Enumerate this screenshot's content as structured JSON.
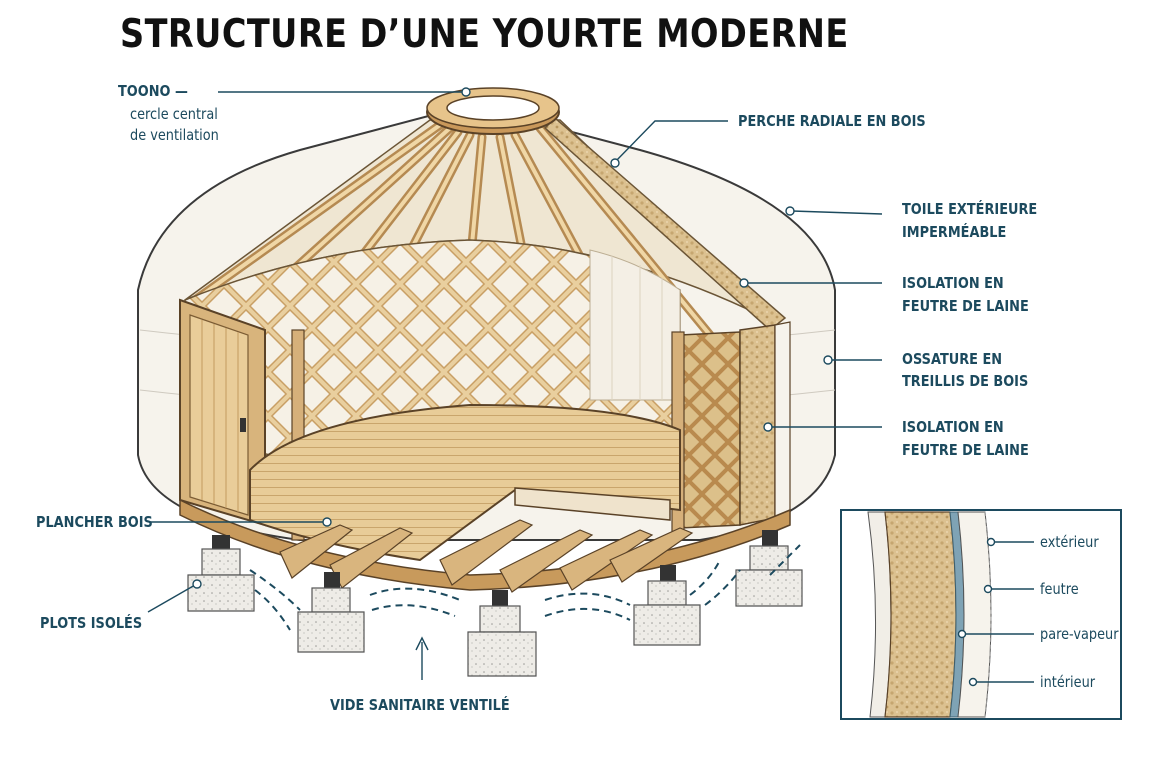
{
  "title": "STRUCTURE D’UNE YOURTE MODERNE",
  "labels": {
    "toono_title": "TOONO —",
    "toono_sub1": "cercle central",
    "toono_sub2": "de ventilation",
    "perche": "PERCHE RADIALE EN BOIS",
    "toile1": "TOILE EXTÉRIEURE",
    "toile2": "IMPERMÉABLE",
    "isolation_a1": "ISOLATION EN",
    "isolation_a2": "FEUTRE DE LAINE",
    "ossature1": "OSSATURE EN",
    "ossature2": "TREILLIS DE BOIS",
    "isolation_b1": "ISOLATION EN",
    "isolation_b2": "FEUTRE DE LAINE",
    "plancher": "PLANCHER BOIS",
    "plots": "PLOTS ISOLÉS",
    "vide": "VIDE SANITAIRE VENTILÉ"
  },
  "inset": {
    "layers": [
      "extérieur",
      "feutre",
      "pare-vapeur",
      "intérieur"
    ]
  },
  "colors": {
    "label": "#1c4a5e",
    "wood": "#e6c48e",
    "wood_dark": "#b98a4e",
    "felt": "#d9bf8a",
    "canvas": "#f4f1ea",
    "vapour": "#7fa3b5",
    "concrete": "#ebe9e4"
  }
}
